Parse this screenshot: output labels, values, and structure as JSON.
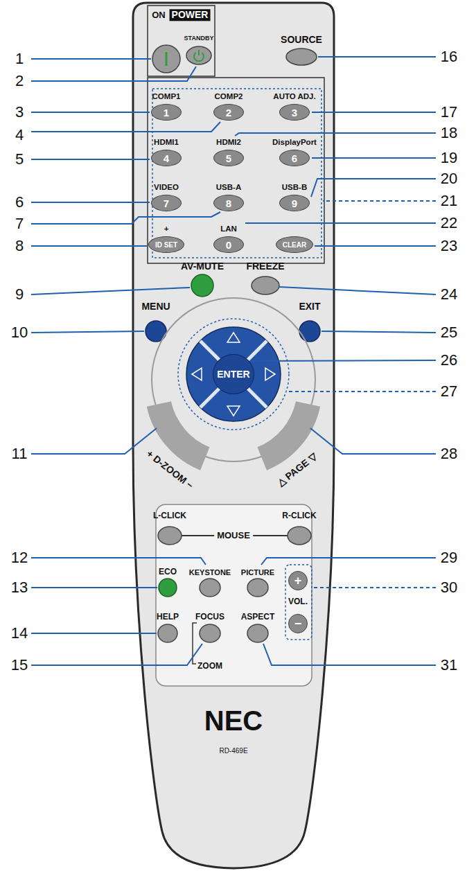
{
  "diagram": {
    "nodes": [
      {
        "text": [
          "COMP1",
          "1"
        ]
      },
      {
        "text": [
          "COMP2",
          "2"
        ]
      },
      {
        "text": [
          "AUTO ADJ.",
          "3"
        ]
      },
      {
        "text": [
          "HDMI1",
          "4"
        ]
      },
      {
        "text": [
          "HDMI2",
          "5"
        ]
      },
      {
        "text": [
          "DisplayPort",
          "6"
        ]
      },
      {
        "text": [
          "VIDEO",
          "7"
        ]
      },
      {
        "text": [
          "USB-A",
          "8"
        ]
      },
      {
        "text": [
          "USB-B",
          "9"
        ]
      },
      {
        "text": [
          "+",
          "ID SET"
        ]
      },
      {
        "text": [
          "LAN",
          "0"
        ]
      },
      {
        "text": [
          "CLEAR"
        ]
      },
      {
        "text": [
          "ENTER"
        ]
      },
      {
        "text": [
          "+"
        ]
      },
      {
        "text": [
          "−"
        ]
      }
    ],
    "labels": [
      "1",
      "2",
      "3",
      "4",
      "5",
      "6",
      "7",
      "8",
      "9",
      "10",
      "11",
      "12",
      "13",
      "14",
      "15",
      "16",
      "17",
      "18",
      "19",
      "20",
      "21",
      "22",
      "23",
      "24",
      "25",
      "26",
      "27",
      "28",
      "29",
      "30",
      "31",
      "ON",
      "POWER",
      "STANDBY",
      "SOURCE",
      "AV-MUTE",
      "FREEZE",
      "MENU",
      "EXIT",
      "+ D-ZOOM −",
      "△ PAGE ▽",
      "L-CLICK",
      "MOUSE",
      "R-CLICK",
      "ECO",
      "KEYSTONE",
      "PICTURE",
      "HELP",
      "FOCUS",
      "ZOOM",
      "ASPECT",
      "VOL.",
      "NEC",
      "RD-469E"
    ]
  }
}
